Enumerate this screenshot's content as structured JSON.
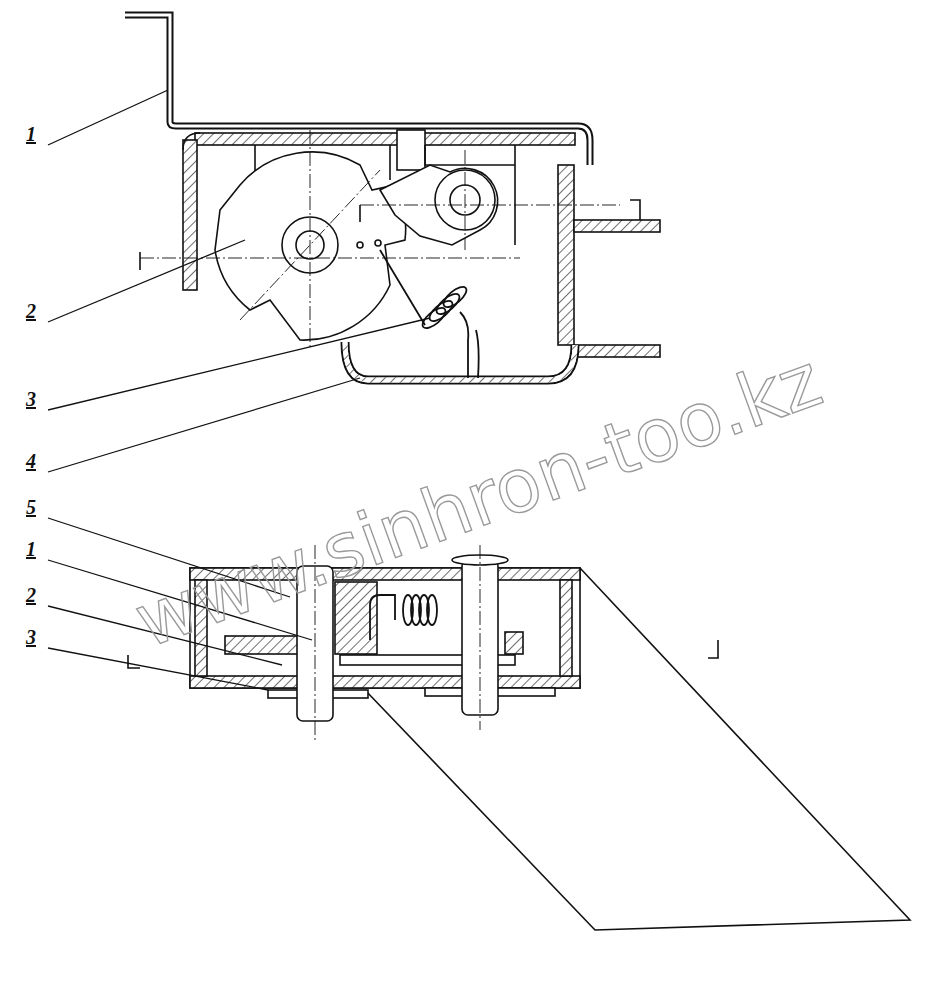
{
  "diagram": {
    "labels": [
      "1",
      "2",
      "3",
      "4",
      "5",
      "1",
      "2",
      "3",
      "www.sinhron-too.kz"
    ]
  }
}
